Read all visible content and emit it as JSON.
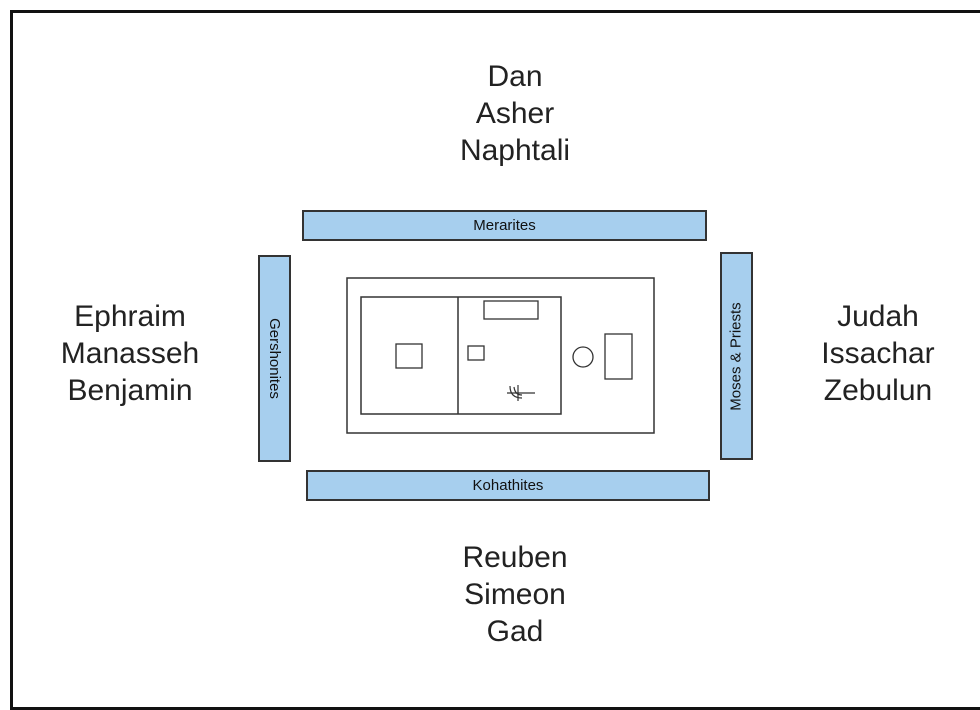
{
  "camps": {
    "north": [
      "Dan",
      "Asher",
      "Naphtali"
    ],
    "west": [
      "Ephraim",
      "Manasseh",
      "Benjamin"
    ],
    "east": [
      "Judah",
      "Issachar",
      "Zebulun"
    ],
    "south": [
      "Reuben",
      "Simeon",
      "Gad"
    ]
  },
  "levites": {
    "north": "Merarites",
    "west": "Gershonites",
    "east": "Moses & Priests",
    "south": "Kohathites"
  },
  "colors": {
    "levite_fill": "#a7cfee",
    "outline": "#333333",
    "text": "#222222"
  },
  "tabernacle_items": [
    "ark-of-covenant",
    "altar-of-incense",
    "table-of-showbread",
    "lampstand",
    "laver",
    "altar-of-burnt-offering"
  ]
}
